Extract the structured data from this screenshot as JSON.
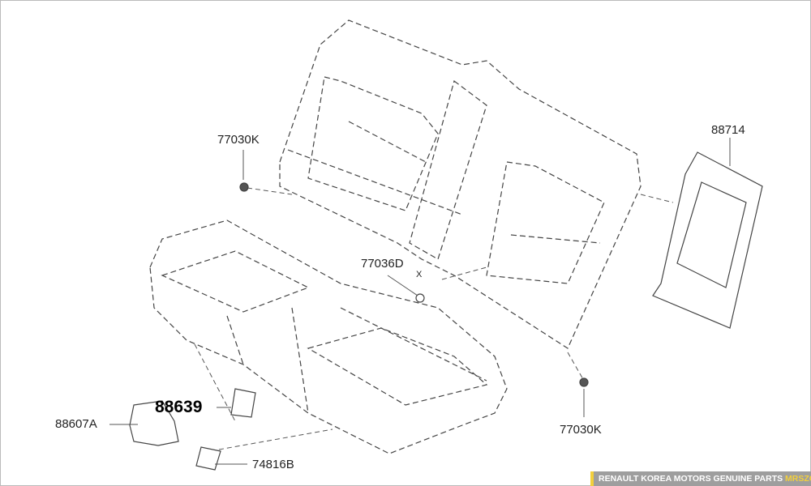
{
  "parts": [
    {
      "id": "p1",
      "number": "77030K",
      "highlight": false
    },
    {
      "id": "p2",
      "number": "88714",
      "highlight": false
    },
    {
      "id": "p3",
      "number": "77036D",
      "highlight": false
    },
    {
      "id": "p4",
      "number": "88639",
      "highlight": true
    },
    {
      "id": "p5",
      "number": "88607A",
      "highlight": false
    },
    {
      "id": "p6",
      "number": "77030K",
      "highlight": false
    },
    {
      "id": "p7",
      "number": "74816B",
      "highlight": false
    }
  ],
  "marker": "X",
  "footer": {
    "text": "RENAULT KOREA MOTORS GENUINE PARTS",
    "brand": "MRSZONE"
  },
  "colors": {
    "line": "#444444",
    "footer_bg": "#9e9e9e",
    "accent": "#f2cf3c"
  }
}
